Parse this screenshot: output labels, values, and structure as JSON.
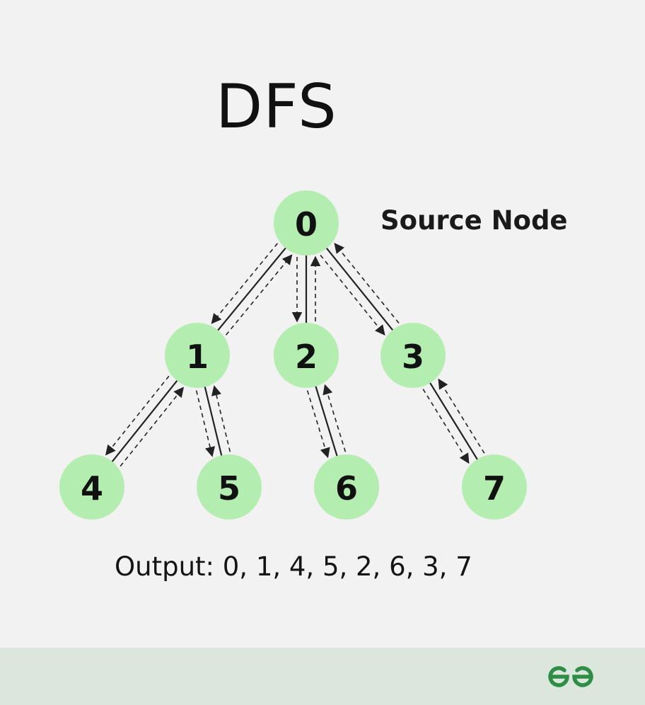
{
  "title": "DFS",
  "source_label": "Source Node",
  "output_text": "Output: 0, 1, 4, 5, 2, 6, 3, 7",
  "colors": {
    "background": "#f2f2f3",
    "node_fill": "#b3eeb0",
    "edge": "#222222",
    "footer": "#dbe6dd",
    "logo": "#2f8d46"
  },
  "logo_icon": "gfg-logo-icon",
  "graph": {
    "nodes": [
      {
        "id": "0",
        "label": "0"
      },
      {
        "id": "1",
        "label": "1"
      },
      {
        "id": "2",
        "label": "2"
      },
      {
        "id": "3",
        "label": "3"
      },
      {
        "id": "4",
        "label": "4"
      },
      {
        "id": "5",
        "label": "5"
      },
      {
        "id": "6",
        "label": "6"
      },
      {
        "id": "7",
        "label": "7"
      }
    ],
    "edges": [
      {
        "from": "0",
        "to": "1"
      },
      {
        "from": "0",
        "to": "2"
      },
      {
        "from": "0",
        "to": "3"
      },
      {
        "from": "1",
        "to": "4"
      },
      {
        "from": "1",
        "to": "5"
      },
      {
        "from": "2",
        "to": "6"
      },
      {
        "from": "3",
        "to": "7"
      }
    ],
    "traversal_order": [
      "0",
      "1",
      "4",
      "5",
      "2",
      "6",
      "3",
      "7"
    ]
  }
}
